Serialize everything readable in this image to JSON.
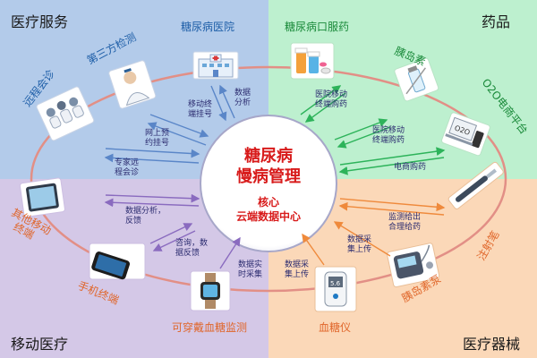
{
  "quadrants": {
    "top_left": {
      "title": "医疗服务",
      "color": "#b3cbea"
    },
    "top_right": {
      "title": "药品",
      "color": "#bdf0cf"
    },
    "bottom_left": {
      "title": "移动医疗",
      "color": "#d4c8e7"
    },
    "bottom_right": {
      "title": "医疗器械",
      "color": "#fbd8b8"
    }
  },
  "center": {
    "title_line1": "糖尿病",
    "title_line2": "慢病管理",
    "subtitle_line1": "核心",
    "subtitle_line2": "云端数据中心"
  },
  "nodes": {
    "remote_consult": {
      "label": "远程会诊",
      "icon": "remote-consultation-icon"
    },
    "third_party_test": {
      "label": "第三方检测",
      "icon": "lab-doctor-icon"
    },
    "diabetes_hospital": {
      "label": "糖尿病医院",
      "icon": "hospital-building-icon"
    },
    "oral_drugs": {
      "label": "糖尿病口服药",
      "icon": "pill-bottles-icon"
    },
    "insulin": {
      "label": "胰岛素",
      "icon": "insulin-vial-icon"
    },
    "o2o_platform": {
      "label": "O2O电商平台",
      "icon": "ecommerce-icon"
    },
    "injection_pen": {
      "label": "注射笔",
      "icon": "injection-pen-icon"
    },
    "insulin_pump": {
      "label": "胰岛素泵",
      "icon": "insulin-pump-icon"
    },
    "glucose_meter": {
      "label": "血糖仪",
      "icon": "glucose-meter-icon"
    },
    "wearable_monitor": {
      "label": "可穿戴血糖监测",
      "icon": "smartwatch-icon"
    },
    "mobile_terminal": {
      "label": "手机终端",
      "icon": "smartphone-icon"
    },
    "other_mobile": {
      "label": "其他移动终端",
      "icon": "tablet-icon"
    }
  },
  "flows": {
    "mobile_register": [
      "移动终",
      "端挂号"
    ],
    "data_analysis_top": [
      "数据",
      "分析"
    ],
    "online_booking": [
      "网上预",
      "约挂号"
    ],
    "expert_consult": [
      "专家远",
      "程会诊"
    ],
    "hospital_purchase": [
      "医院移动",
      "终端购药"
    ],
    "hospital_purchase2": [
      "医院移动",
      "终端购药"
    ],
    "ecommerce_purchase": [
      "电商购药"
    ],
    "monitor_dosage": [
      "监测给出",
      "合理给药"
    ],
    "data_upload_pump": [
      "数据采",
      "集上传"
    ],
    "data_upload_meter": [
      "数据采",
      "集上传"
    ],
    "data_realtime": [
      "数据实",
      "时采集"
    ],
    "consult_feedback": [
      "咨询，数",
      "据反馈"
    ],
    "analysis_feedback": [
      "数据分析，",
      "反馈"
    ]
  },
  "colors": {
    "ellipse_stroke": "#e28f86",
    "center_fill": "#ffffff",
    "center_ring": "#a7a7c9",
    "center_title": "#d81b1b",
    "node_label_blue": "#1f5fa8",
    "node_label_green": "#1a8a3a",
    "node_label_orange": "#e0662a",
    "node_label_purple": "#6a3fa0",
    "arrow_blue": "#5a86c8",
    "arrow_green": "#2db35a",
    "arrow_orange": "#ef8a3c",
    "arrow_purple": "#8a6bbf",
    "flow_text": "#2c2c70"
  }
}
